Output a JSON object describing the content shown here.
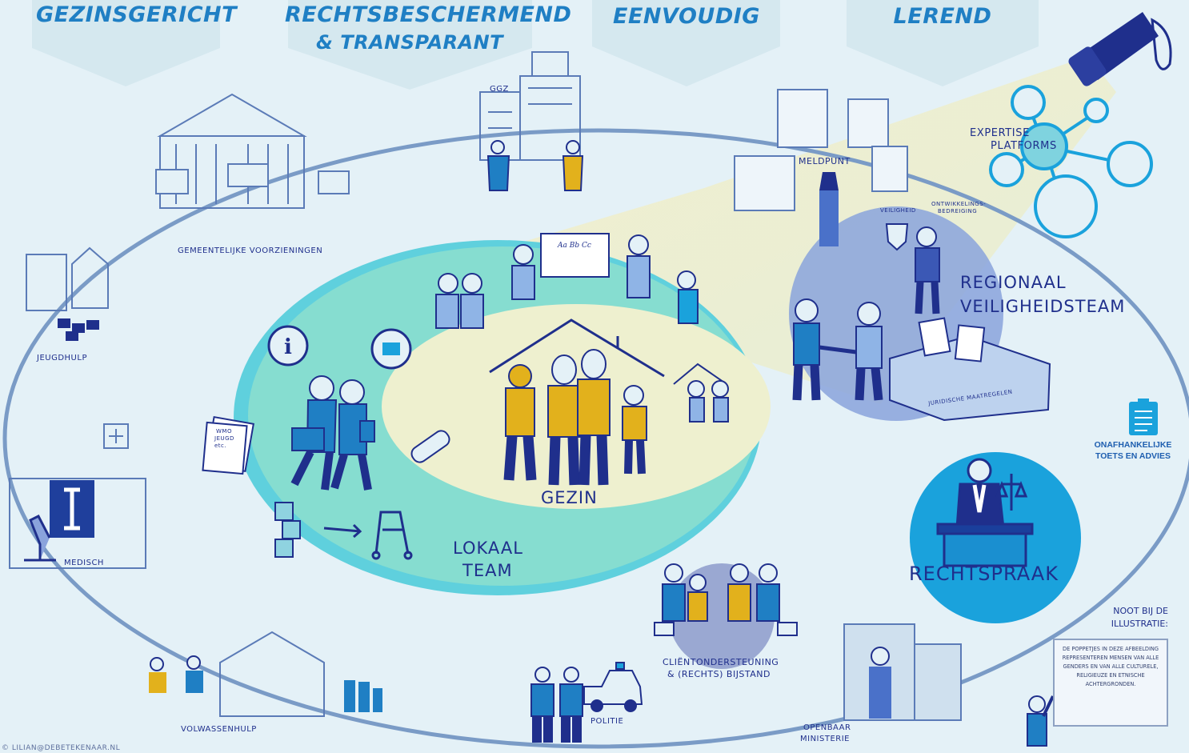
{
  "headers": {
    "gezinsgericht": "GEZINSGERICHT",
    "rechtsbeschermend_line1": "RECHTSBESCHERMEND",
    "rechtsbeschermend_line2": "& TRANSPARANT",
    "eenvoudig": "EENVOUDIG",
    "lerend": "LEREND"
  },
  "labels": {
    "ggz": "GGZ",
    "gemeentelijke": "GEMEENTELIJKE VOORZIENINGEN",
    "meldpunt": "MELDPUNT",
    "expertise_line1": "EXPERTISE",
    "expertise_line2": "PLATFORMS",
    "veiligheid": "VEILIGHEID",
    "ontwikkeling_line1": "ONTWIKKELINGS-",
    "ontwikkeling_line2": "BEDREIGING",
    "regionaal_line1": "REGIONAAL",
    "regionaal_line2": "VEILIGHEIDSTEAM",
    "jeugdhulp": "JEUGDHULP",
    "gezin": "GEZIN",
    "lokaal_line1": "LOKAAL",
    "lokaal_line2": "TEAM",
    "medisch": "MEDISCH",
    "wmo_line1": "WMO",
    "wmo_line2": "JEUGD",
    "wmo_line3": "etc.",
    "onafhankelijke_line1": "ONAFHANKELIJKE",
    "onafhankelijke_line2": "TOETS EN ADVIES",
    "rechtspraak": "RECHTSPRAAK",
    "clientondersteuning_line1": "CLIËNTONDERSTEUNING",
    "clientondersteuning_line2": "& (RECHTS) BIJSTAND",
    "noot_line1": "NOOT BIJ DE",
    "noot_line2": "ILLUSTRATIE:",
    "noot_body": "DE POPPETJES IN DEZE AFBEELDING REPRESENTEREN MENSEN VAN ALLE GENDERS EN VAN ALLE CULTURELE, RELIGIEUZE EN ETNISCHE ACHTERGRONDEN.",
    "volwassenhulp": "VOLWASSENHULP",
    "politie": "POLITIE",
    "openbaar_line1": "OPENBAAR",
    "openbaar_line2": "MINISTERIE",
    "juridische": "JURIDISCHE MAATREGELEN",
    "credit": "© LILIAN@DEBETEKENAAR.NL",
    "board_text": "Aa Bb Cc"
  },
  "icons": [
    "info-icon",
    "puzzle-icon",
    "plaster-icon",
    "abc-blocks-icon",
    "walker-icon",
    "flashlight-icon",
    "clipboard-icon",
    "handshake-icon",
    "police-car-icon",
    "microscope-icon",
    "xray-icon"
  ],
  "colors": {
    "background": "#e4f1f7",
    "orbit": "#7a9bc6",
    "lokaal_fill": "#7fdcd0",
    "gezin_fill": "#eef0cf",
    "regional_fill": "#8aa3dc",
    "rechtspraak_fill": "#1aa2dc",
    "family_yellow": "#e2b11c",
    "navy": "#1f2f8c",
    "header_blue": "#1f7fc4"
  }
}
